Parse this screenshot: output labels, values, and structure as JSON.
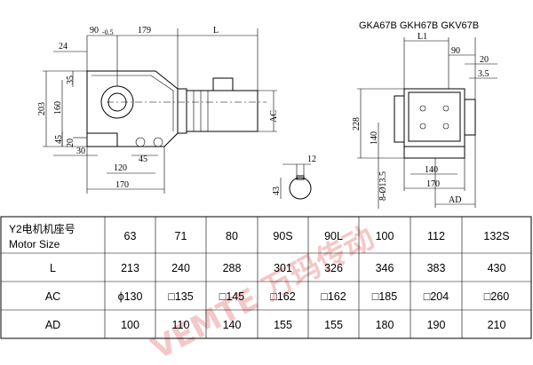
{
  "titles": {
    "models": "GKA67B GKH67B GKV67B"
  },
  "watermark": {
    "text": "VEMTE 万玛传动"
  },
  "left_view": {
    "dims": {
      "d_90": "90",
      "d_90_sub": "-0.5",
      "d_179": "179",
      "d_L": "L",
      "d_24": "24",
      "d_35": "35",
      "d_203": "203",
      "d_160": "160",
      "d_45": "45",
      "d_20": "20",
      "d_30": "30",
      "d_120": "120",
      "d_170": "170",
      "d_45b": "45",
      "d_AC": "AC"
    }
  },
  "right_view": {
    "dims": {
      "d_L1": "L1",
      "d_90": "90",
      "d_20": "20",
      "d_3_5": "3.5",
      "d_228": "228",
      "d_140v": "140",
      "d_hole": "8-Ø13.5",
      "d_140h": "140",
      "d_170": "170",
      "d_AD": "AD"
    }
  },
  "shaft_view": {
    "dims": {
      "d_12": "12",
      "d_43": "43"
    }
  },
  "table": {
    "header_label_cn": "Y2电机机座号",
    "header_label_en": "Motor Size",
    "sizes": [
      "63",
      "71",
      "80",
      "90S",
      "90L",
      "100",
      "112",
      "132S"
    ],
    "rows": [
      {
        "label": "L",
        "values": [
          "213",
          "240",
          "288",
          "301",
          "326",
          "346",
          "383",
          "430"
        ]
      },
      {
        "label": "AC",
        "values": [
          "ϕ130",
          "□135",
          "□145",
          "□162",
          "□162",
          "□185",
          "□204",
          "□260"
        ]
      },
      {
        "label": "AD",
        "values": [
          "100",
          "110",
          "140",
          "155",
          "155",
          "180",
          "190",
          "210"
        ]
      }
    ]
  }
}
